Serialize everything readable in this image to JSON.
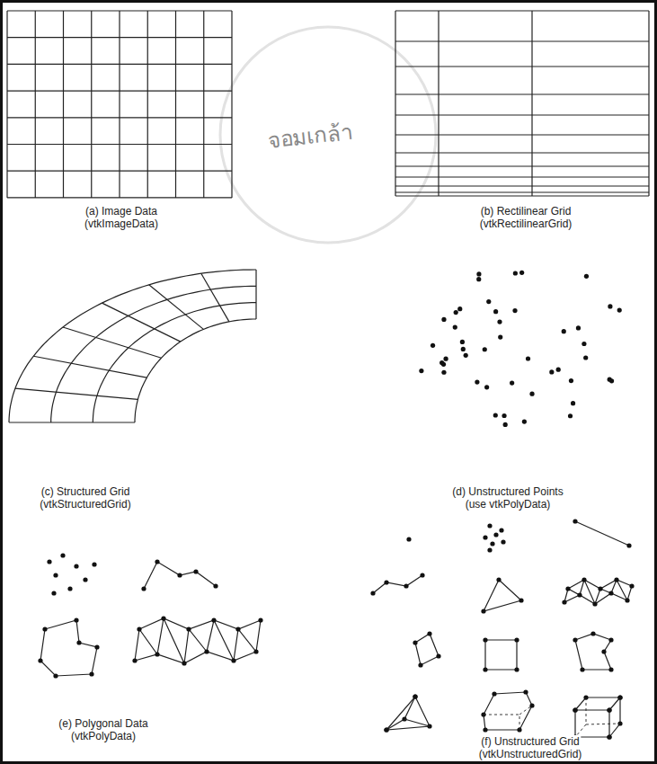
{
  "diagram": {
    "labels": [
      "(a) Image Data",
      "(vtkImageData)",
      "(b) Rectilinear Grid",
      "(vtkRectilinearGrid)",
      "(c) Structured Grid",
      "(vtkStructuredGrid)",
      "(d) Unstructured Points",
      "(use vtkPolyData)",
      "(e) Polygonal Data",
      "(vtkPolyData)",
      "(f) Unstructured Grid",
      "(vtkUnstructuredGrid)",
      "จอมเกล้า"
    ]
  }
}
